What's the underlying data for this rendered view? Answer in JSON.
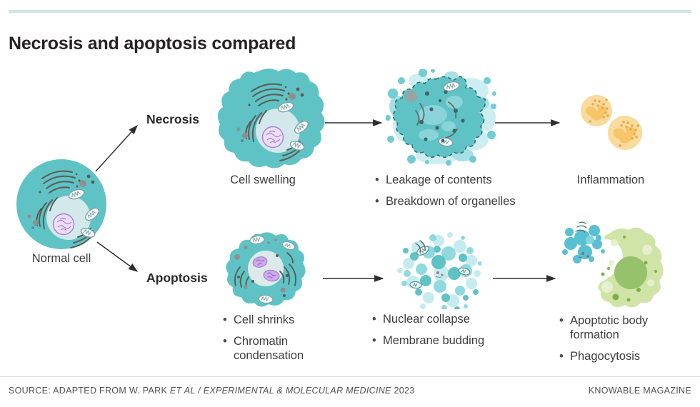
{
  "title": "Necrosis and apoptosis compared",
  "normal_cell": {
    "caption": "Normal cell"
  },
  "necrosis": {
    "label": "Necrosis",
    "stage1": {
      "caption": "Cell swelling"
    },
    "stage2": {
      "bullets": [
        "Leakage of contents",
        "Breakdown of organelles"
      ]
    },
    "stage3": {
      "caption": "Inflammation"
    }
  },
  "apoptosis": {
    "label": "Apoptosis",
    "stage1": {
      "bullets": [
        "Cell shrinks",
        "Chromatin condensation"
      ]
    },
    "stage2": {
      "bullets": [
        "Nuclear collapse",
        "Membrane budding"
      ]
    },
    "stage3": {
      "bullets": [
        "Apoptotic body formation",
        "Phagocytosis"
      ]
    }
  },
  "footer": {
    "source_prefix": "SOURCE: ADAPTED FROM W. PARK ",
    "source_italic": "ET AL / EXPERIMENTAL & MOLECULAR MEDICINE",
    "source_suffix": " 2023",
    "credit": "KNOWABLE MAGAZINE"
  },
  "colors": {
    "accent_bar": "#cfe4e6",
    "cell_teal": "#5fc3c5",
    "burst_light_teal": "#cdeef0",
    "inflammation_orange": "#f8db9d",
    "phagocyte_green": "#cfe4a6",
    "arrow": "#2e2e2e"
  }
}
